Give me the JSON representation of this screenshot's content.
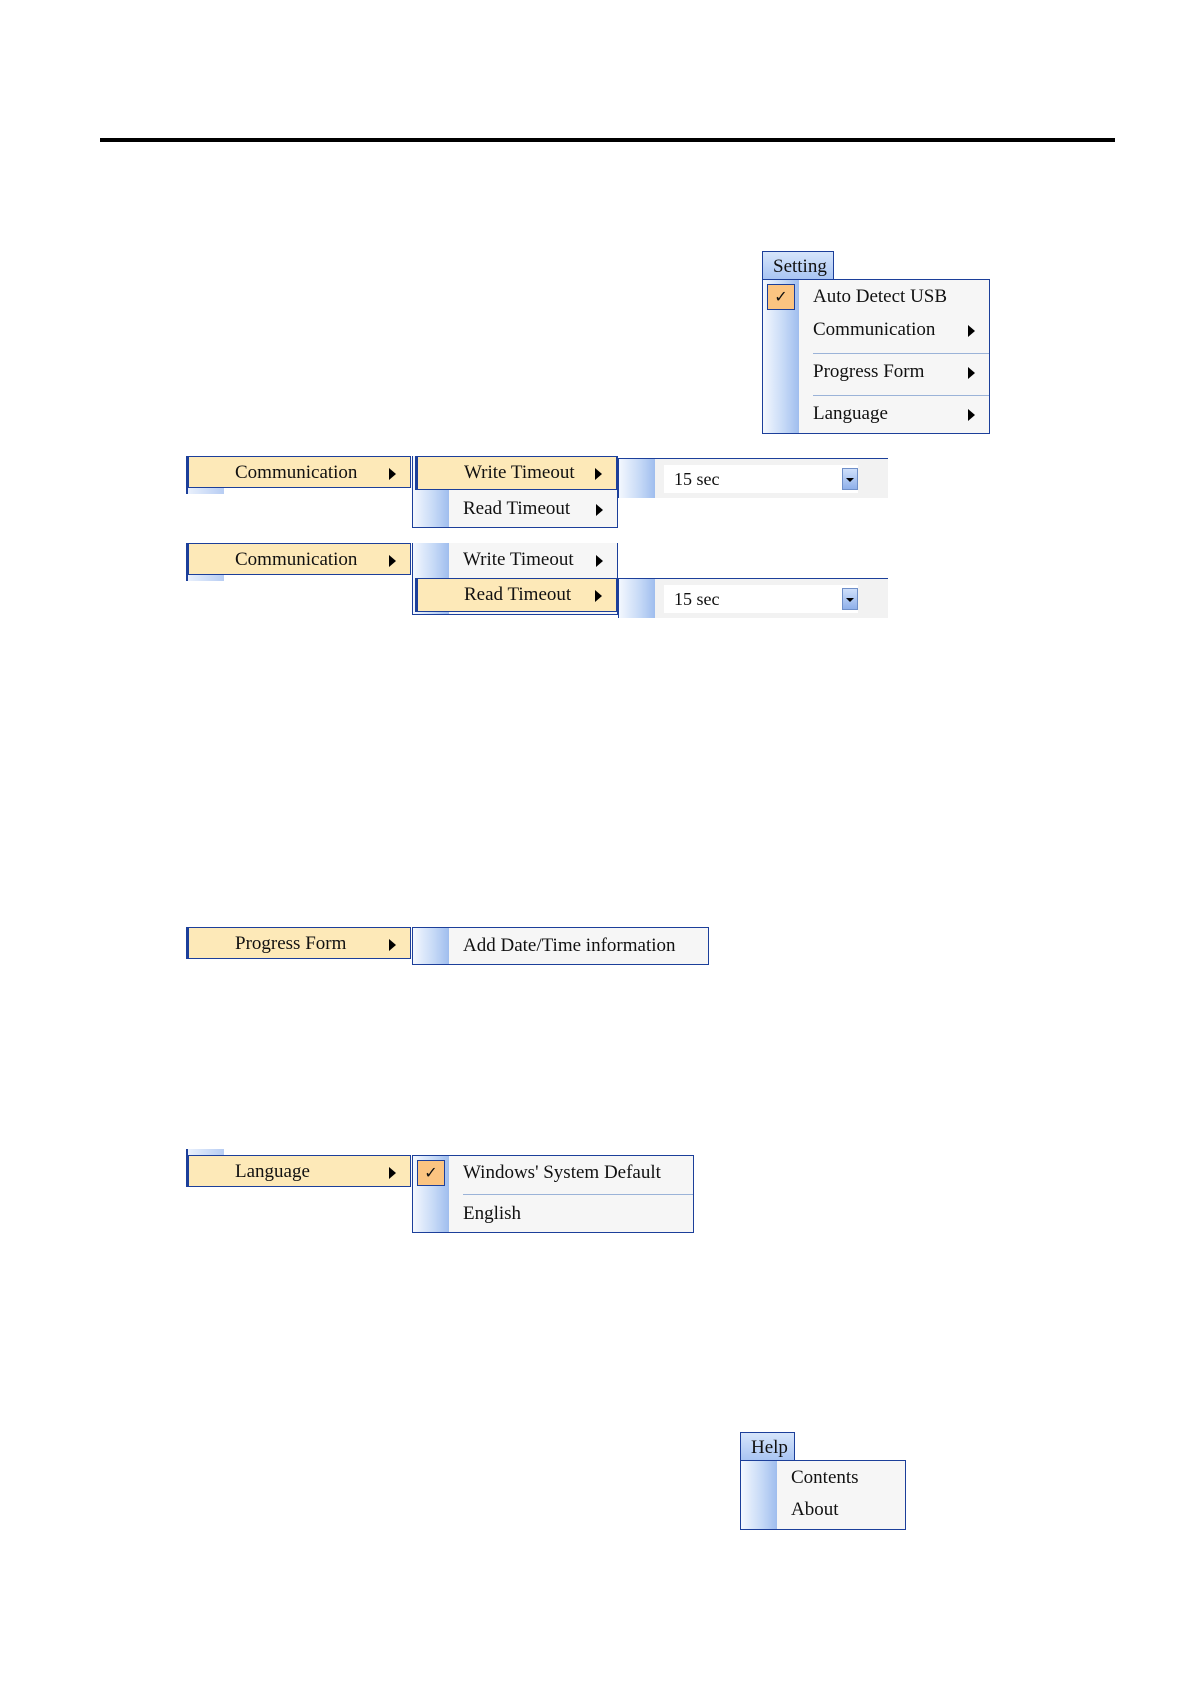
{
  "setting_menu": {
    "title": "Setting",
    "items": [
      {
        "label": "Auto Detect USB",
        "checked": true
      },
      {
        "label": "Communication",
        "submenu": true
      },
      {
        "label": "Progress Form",
        "submenu": true
      },
      {
        "label": "Language",
        "submenu": true
      }
    ]
  },
  "communication_write": {
    "parent_label": "Communication",
    "items": [
      {
        "label": "Write Timeout",
        "selected": true
      },
      {
        "label": "Read Timeout"
      }
    ],
    "value": "15 sec"
  },
  "communication_read": {
    "parent_label": "Communication",
    "items": [
      {
        "label": "Write Timeout"
      },
      {
        "label": "Read Timeout",
        "selected": true
      }
    ],
    "value": "15 sec"
  },
  "progress_form": {
    "parent_label": "Progress Form",
    "items": [
      {
        "label": "Add Date/Time information"
      }
    ]
  },
  "language": {
    "parent_label": "Language",
    "items": [
      {
        "label": "Windows' System Default",
        "checked": true
      },
      {
        "label": "English"
      }
    ]
  },
  "help_menu": {
    "title": "Help",
    "items": [
      {
        "label": "Contents"
      },
      {
        "label": "About"
      }
    ]
  },
  "colors": {
    "highlight": "#fde9b8",
    "border": "#1c3f9a",
    "check_bg": "#fbc481"
  }
}
